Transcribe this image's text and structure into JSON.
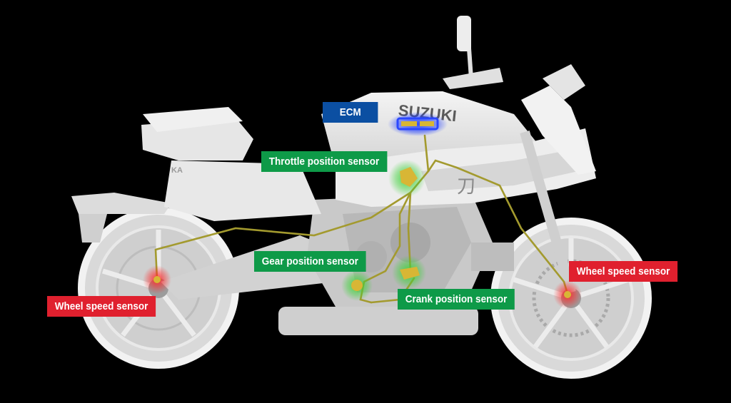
{
  "brand": {
    "tank_logo": "SUZUKI",
    "side_mark": "KA",
    "tank_emblem": "刀"
  },
  "labels": {
    "ecm": "ECM",
    "throttle": "Throttle position sensor",
    "gear": "Gear position sensor",
    "crank": "Crank position sensor",
    "wheel_rear": "Wheel speed sensor",
    "wheel_front": "Wheel speed sensor"
  },
  "colors": {
    "background": "#000000",
    "bike_body": "#eeeeee",
    "harness": "#a39a2e",
    "ecm_label": "#0b4fa2",
    "ecm_glow": "#1e3cff",
    "sensor_label_green": "#0e9a48",
    "sensor_glow_green": "#3fd23a",
    "wheel_label_red": "#e0202e",
    "wheel_glow_red": "#ff2a2a"
  },
  "icons": [
    "ecm-box-icon",
    "throttle-sensor-icon",
    "gear-sensor-icon",
    "crank-sensor-icon",
    "wheel-speed-sensor-icon"
  ]
}
